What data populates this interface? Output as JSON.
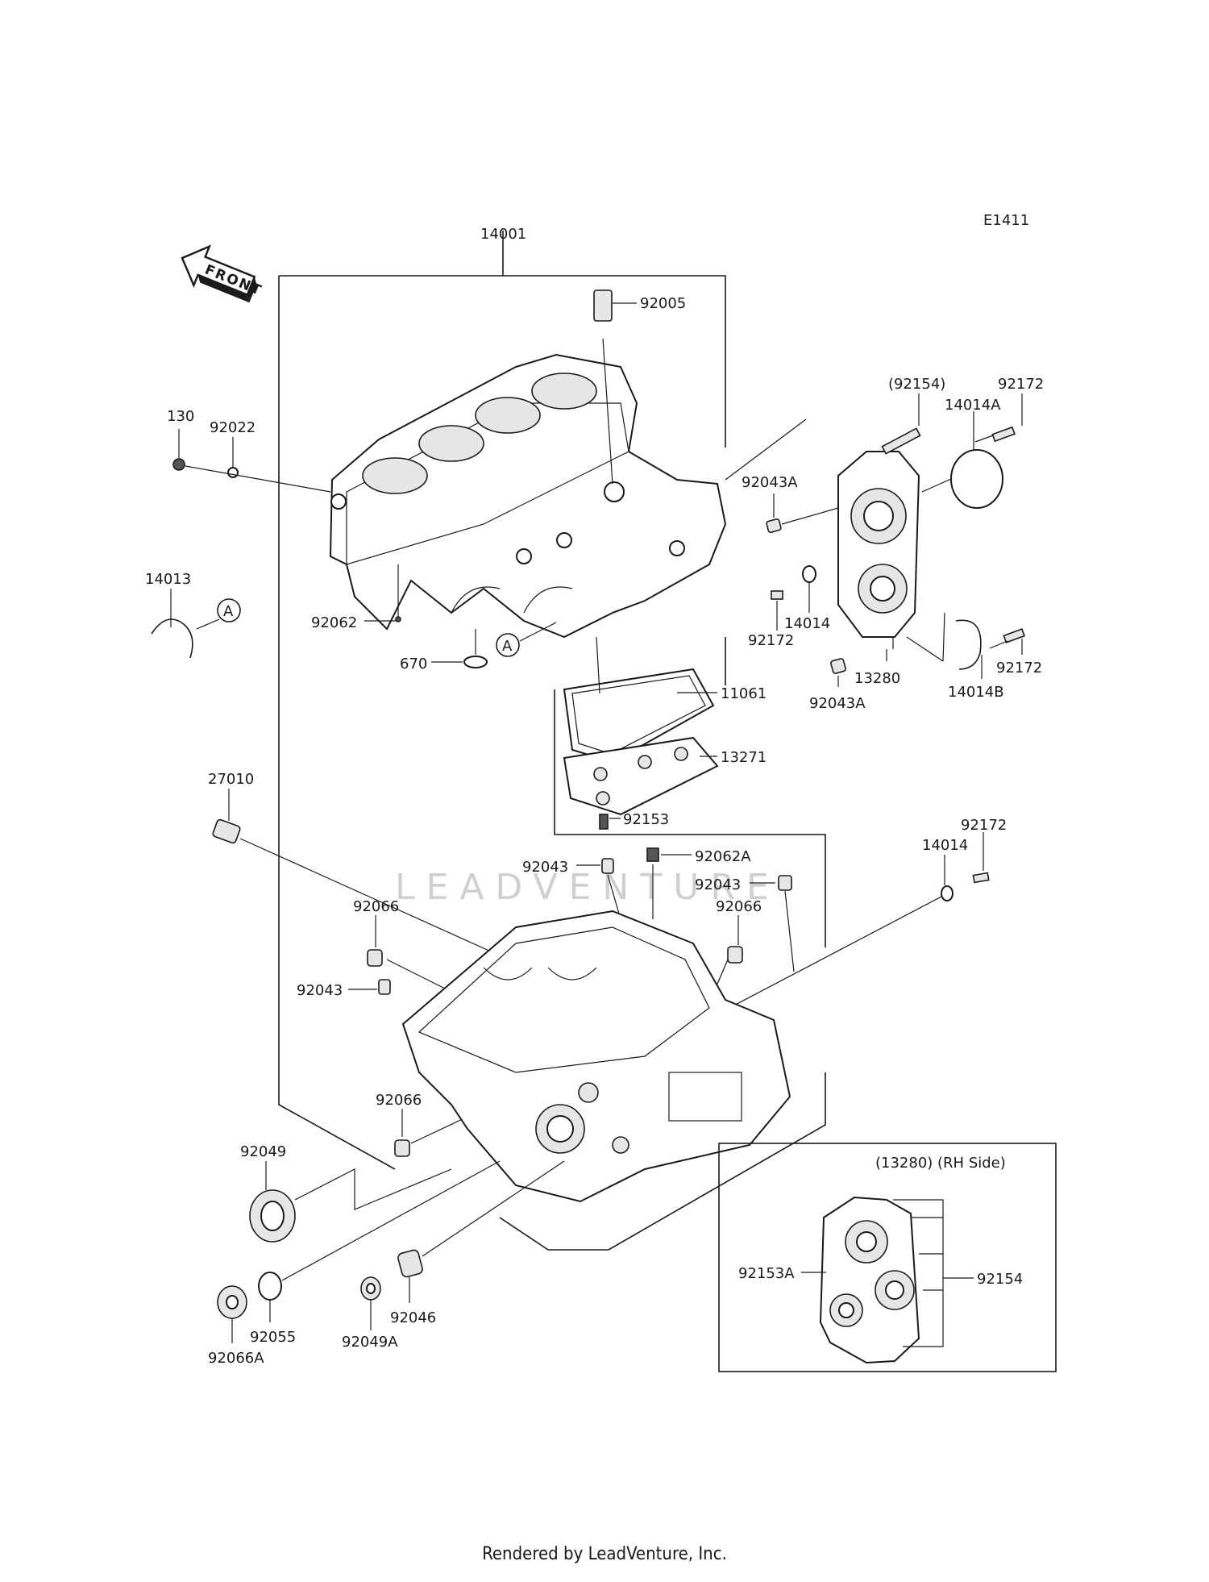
{
  "diagram_code": "E1411",
  "front_label": "FRONT",
  "watermark": "LEADVENTURE",
  "footer": "Rendered by LeadVenture, Inc.",
  "inset_title": "(13280) (RH Side)",
  "callouts": [
    {
      "id": "p14001",
      "text": "14001"
    },
    {
      "id": "p92005",
      "text": "92005"
    },
    {
      "id": "p130",
      "text": "130"
    },
    {
      "id": "p92022",
      "text": "92022"
    },
    {
      "id": "p14013",
      "text": "14013"
    },
    {
      "id": "pA1",
      "text": "A"
    },
    {
      "id": "p92062",
      "text": "92062"
    },
    {
      "id": "p670",
      "text": "670"
    },
    {
      "id": "pA2",
      "text": "A"
    },
    {
      "id": "p92154",
      "text": "(92154)"
    },
    {
      "id": "p92172a",
      "text": "92172"
    },
    {
      "id": "p14014A",
      "text": "14014A"
    },
    {
      "id": "p92043Aa",
      "text": "92043A"
    },
    {
      "id": "p14014a",
      "text": "14014"
    },
    {
      "id": "p92172b",
      "text": "92172"
    },
    {
      "id": "p13280",
      "text": "13280"
    },
    {
      "id": "p92172c",
      "text": "92172"
    },
    {
      "id": "p92043Ab",
      "text": "92043A"
    },
    {
      "id": "p14014B",
      "text": "14014B"
    },
    {
      "id": "p11061",
      "text": "11061"
    },
    {
      "id": "p13271",
      "text": "13271"
    },
    {
      "id": "p92153",
      "text": "92153"
    },
    {
      "id": "p27010",
      "text": "27010"
    },
    {
      "id": "p92172d",
      "text": "92172"
    },
    {
      "id": "p14014b",
      "text": "14014"
    },
    {
      "id": "p92043a",
      "text": "92043"
    },
    {
      "id": "p92062A",
      "text": "92062A"
    },
    {
      "id": "p92043b",
      "text": "92043"
    },
    {
      "id": "p92066a",
      "text": "92066"
    },
    {
      "id": "p92066b",
      "text": "92066"
    },
    {
      "id": "p92043c",
      "text": "92043"
    },
    {
      "id": "p92066c",
      "text": "92066"
    },
    {
      "id": "p92049",
      "text": "92049"
    },
    {
      "id": "p92055",
      "text": "92055"
    },
    {
      "id": "p92066A",
      "text": "92066A"
    },
    {
      "id": "p92049A",
      "text": "92049A"
    },
    {
      "id": "p92046",
      "text": "92046"
    },
    {
      "id": "p92153A",
      "text": "92153A"
    },
    {
      "id": "p92154b",
      "text": "92154"
    }
  ]
}
